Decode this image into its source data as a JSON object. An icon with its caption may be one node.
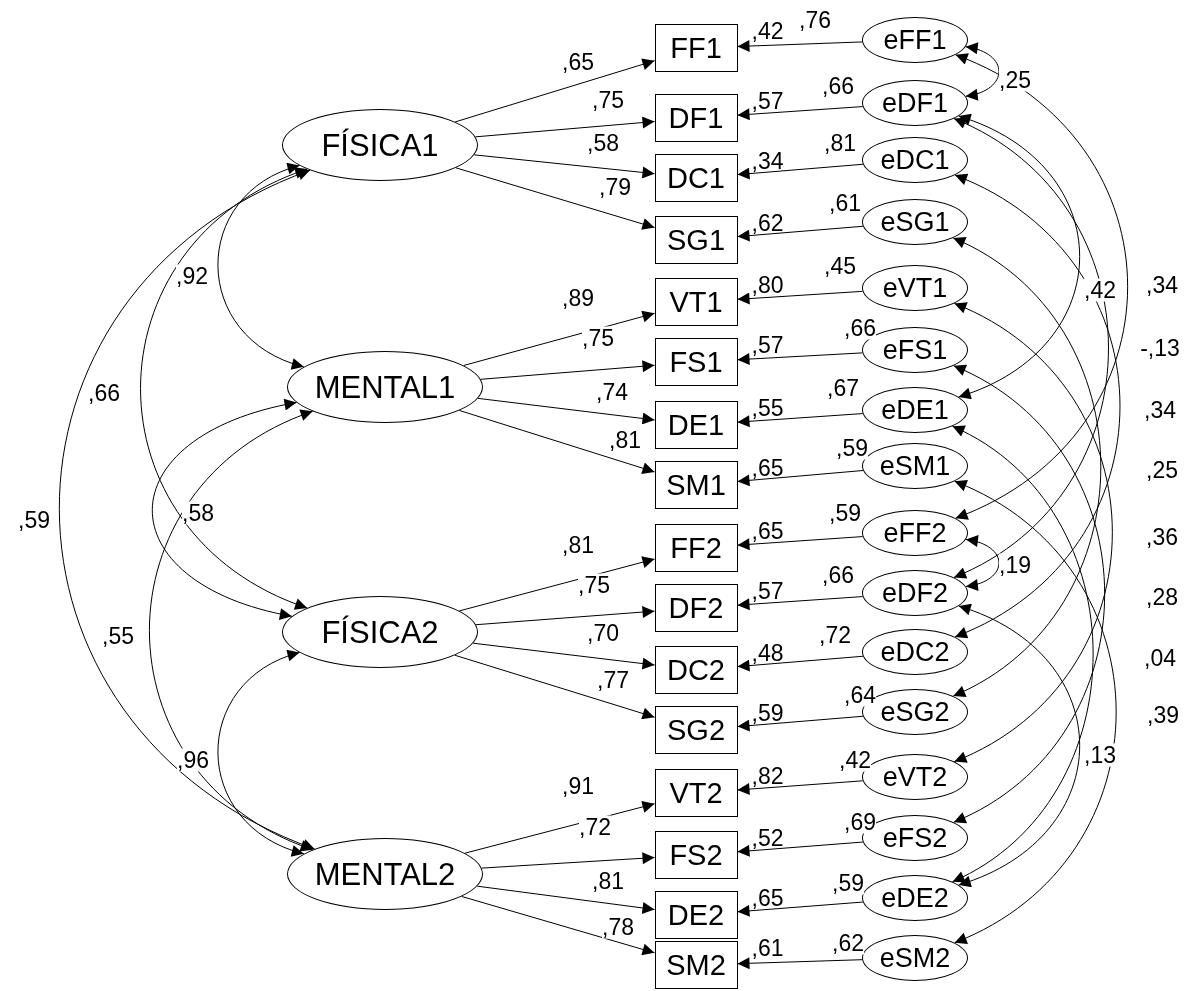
{
  "diagram": {
    "nodes": [
      {
        "text": [
          "FÍSICA1"
        ]
      },
      {
        "text": [
          "MENTAL1"
        ]
      },
      {
        "text": [
          "FÍSICA2"
        ]
      },
      {
        "text": [
          "MENTAL2"
        ]
      },
      {
        "text": [
          "FF1"
        ],
        "beside": [
          ",42"
        ]
      },
      {
        "text": [
          "DF1"
        ],
        "beside": [
          ",57"
        ]
      },
      {
        "text": [
          "DC1"
        ],
        "beside": [
          ",34"
        ]
      },
      {
        "text": [
          "SG1"
        ],
        "beside": [
          ",62"
        ]
      },
      {
        "text": [
          "VT1"
        ],
        "beside": [
          ",80"
        ]
      },
      {
        "text": [
          "FS1"
        ],
        "beside": [
          ",57"
        ]
      },
      {
        "text": [
          "DE1"
        ],
        "beside": [
          ",55"
        ]
      },
      {
        "text": [
          "SM1"
        ],
        "beside": [
          ",65"
        ]
      },
      {
        "text": [
          "FF2"
        ],
        "beside": [
          ",65"
        ]
      },
      {
        "text": [
          "DF2"
        ],
        "beside": [
          ",57"
        ]
      },
      {
        "text": [
          "DC2"
        ],
        "beside": [
          ",48"
        ]
      },
      {
        "text": [
          "SG2"
        ],
        "beside": [
          ",59"
        ]
      },
      {
        "text": [
          "VT2"
        ],
        "beside": [
          ",82"
        ]
      },
      {
        "text": [
          "FS2"
        ],
        "beside": [
          ",52"
        ]
      },
      {
        "text": [
          "DE2"
        ],
        "beside": [
          ",65"
        ]
      },
      {
        "text": [
          "SM2"
        ],
        "beside": [
          ",61"
        ]
      },
      {
        "text": [
          "eFF1"
        ]
      },
      {
        "text": [
          "eDF1"
        ]
      },
      {
        "text": [
          "eDC1"
        ]
      },
      {
        "text": [
          "eSG1"
        ]
      },
      {
        "text": [
          "eVT1"
        ]
      },
      {
        "text": [
          "eFS1"
        ]
      },
      {
        "text": [
          "eDE1"
        ]
      },
      {
        "text": [
          "eSM1"
        ]
      },
      {
        "text": [
          "eFF2"
        ]
      },
      {
        "text": [
          "eDF2"
        ]
      },
      {
        "text": [
          "eDC2"
        ]
      },
      {
        "text": [
          "eSG2"
        ]
      },
      {
        "text": [
          "eVT2"
        ]
      },
      {
        "text": [
          "eFS2"
        ]
      },
      {
        "text": [
          "eDE2"
        ]
      },
      {
        "text": [
          "eSM2"
        ]
      }
    ],
    "edges": [
      {
        "from": 0,
        "to": 4,
        "arrow": "to",
        "label": ",65"
      },
      {
        "from": 0,
        "to": 5,
        "arrow": "to",
        "label": ",75"
      },
      {
        "from": 0,
        "to": 6,
        "arrow": "to",
        "label": ",58"
      },
      {
        "from": 0,
        "to": 7,
        "arrow": "to",
        "label": ",79"
      },
      {
        "from": 1,
        "to": 8,
        "arrow": "to",
        "label": ",89"
      },
      {
        "from": 1,
        "to": 9,
        "arrow": "to",
        "label": ",75"
      },
      {
        "from": 1,
        "to": 10,
        "arrow": "to",
        "label": ",74"
      },
      {
        "from": 1,
        "to": 11,
        "arrow": "to",
        "label": ",81"
      },
      {
        "from": 2,
        "to": 12,
        "arrow": "to",
        "label": ",81"
      },
      {
        "from": 2,
        "to": 13,
        "arrow": "to",
        "label": ",75"
      },
      {
        "from": 2,
        "to": 14,
        "arrow": "to",
        "label": ",70"
      },
      {
        "from": 2,
        "to": 15,
        "arrow": "to",
        "label": ",77"
      },
      {
        "from": 3,
        "to": 16,
        "arrow": "to",
        "label": ",91"
      },
      {
        "from": 3,
        "to": 17,
        "arrow": "to",
        "label": ",72"
      },
      {
        "from": 3,
        "to": 18,
        "arrow": "to",
        "label": ",81"
      },
      {
        "from": 3,
        "to": 19,
        "arrow": "to",
        "label": ",78"
      },
      {
        "from": 20,
        "to": 4,
        "arrow": "to",
        "label": ",76"
      },
      {
        "from": 21,
        "to": 5,
        "arrow": "to",
        "label": ",66"
      },
      {
        "from": 22,
        "to": 6,
        "arrow": "to",
        "label": ",81"
      },
      {
        "from": 23,
        "to": 7,
        "arrow": "to",
        "label": ",61"
      },
      {
        "from": 24,
        "to": 8,
        "arrow": "to",
        "label": ",45"
      },
      {
        "from": 25,
        "to": 9,
        "arrow": "to",
        "label": ",66"
      },
      {
        "from": 26,
        "to": 10,
        "arrow": "to",
        "label": ",67"
      },
      {
        "from": 27,
        "to": 11,
        "arrow": "to",
        "label": ",59"
      },
      {
        "from": 28,
        "to": 12,
        "arrow": "to",
        "label": ",59"
      },
      {
        "from": 29,
        "to": 13,
        "arrow": "to",
        "label": ",66"
      },
      {
        "from": 30,
        "to": 14,
        "arrow": "to",
        "label": ",72"
      },
      {
        "from": 31,
        "to": 15,
        "arrow": "to",
        "label": ",64"
      },
      {
        "from": 32,
        "to": 16,
        "arrow": "to",
        "label": ",42"
      },
      {
        "from": 33,
        "to": 17,
        "arrow": "to",
        "label": ",69"
      },
      {
        "from": 34,
        "to": 18,
        "arrow": "to",
        "label": ",59"
      },
      {
        "from": 35,
        "to": 19,
        "arrow": "to",
        "label": ",62"
      },
      {
        "from": 0,
        "to": 1,
        "arrow": "both",
        "label": ",92"
      },
      {
        "from": 0,
        "to": 2,
        "arrow": "both",
        "label": ",66"
      },
      {
        "from": 0,
        "to": 3,
        "arrow": "both",
        "label": ",59"
      },
      {
        "from": 1,
        "to": 2,
        "arrow": "both",
        "label": ",58"
      },
      {
        "from": 1,
        "to": 3,
        "arrow": "both",
        "label": ",55"
      },
      {
        "from": 2,
        "to": 3,
        "arrow": "both",
        "label": ",96"
      },
      {
        "from": 20,
        "to": 21,
        "arrow": "both",
        "label": ",25"
      },
      {
        "from": 21,
        "to": 26,
        "arrow": "both",
        "label": ",42"
      },
      {
        "from": 20,
        "to": 28,
        "arrow": "both",
        "label": ",34"
      },
      {
        "from": 21,
        "to": 29,
        "arrow": "both",
        "label": "-,13"
      },
      {
        "from": 22,
        "to": 30,
        "arrow": "both",
        "label": ",34"
      },
      {
        "from": 23,
        "to": 31,
        "arrow": "both",
        "label": ",25"
      },
      {
        "from": 24,
        "to": 32,
        "arrow": "both",
        "label": ",36"
      },
      {
        "from": 25,
        "to": 33,
        "arrow": "both",
        "label": ",28"
      },
      {
        "from": 26,
        "to": 34,
        "arrow": "both",
        "label": ",04"
      },
      {
        "from": 27,
        "to": 35,
        "arrow": "both",
        "label": ",39"
      },
      {
        "from": 28,
        "to": 29,
        "arrow": "both",
        "label": ",19"
      },
      {
        "from": 29,
        "to": 34,
        "arrow": "both",
        "label": ",13"
      }
    ]
  }
}
